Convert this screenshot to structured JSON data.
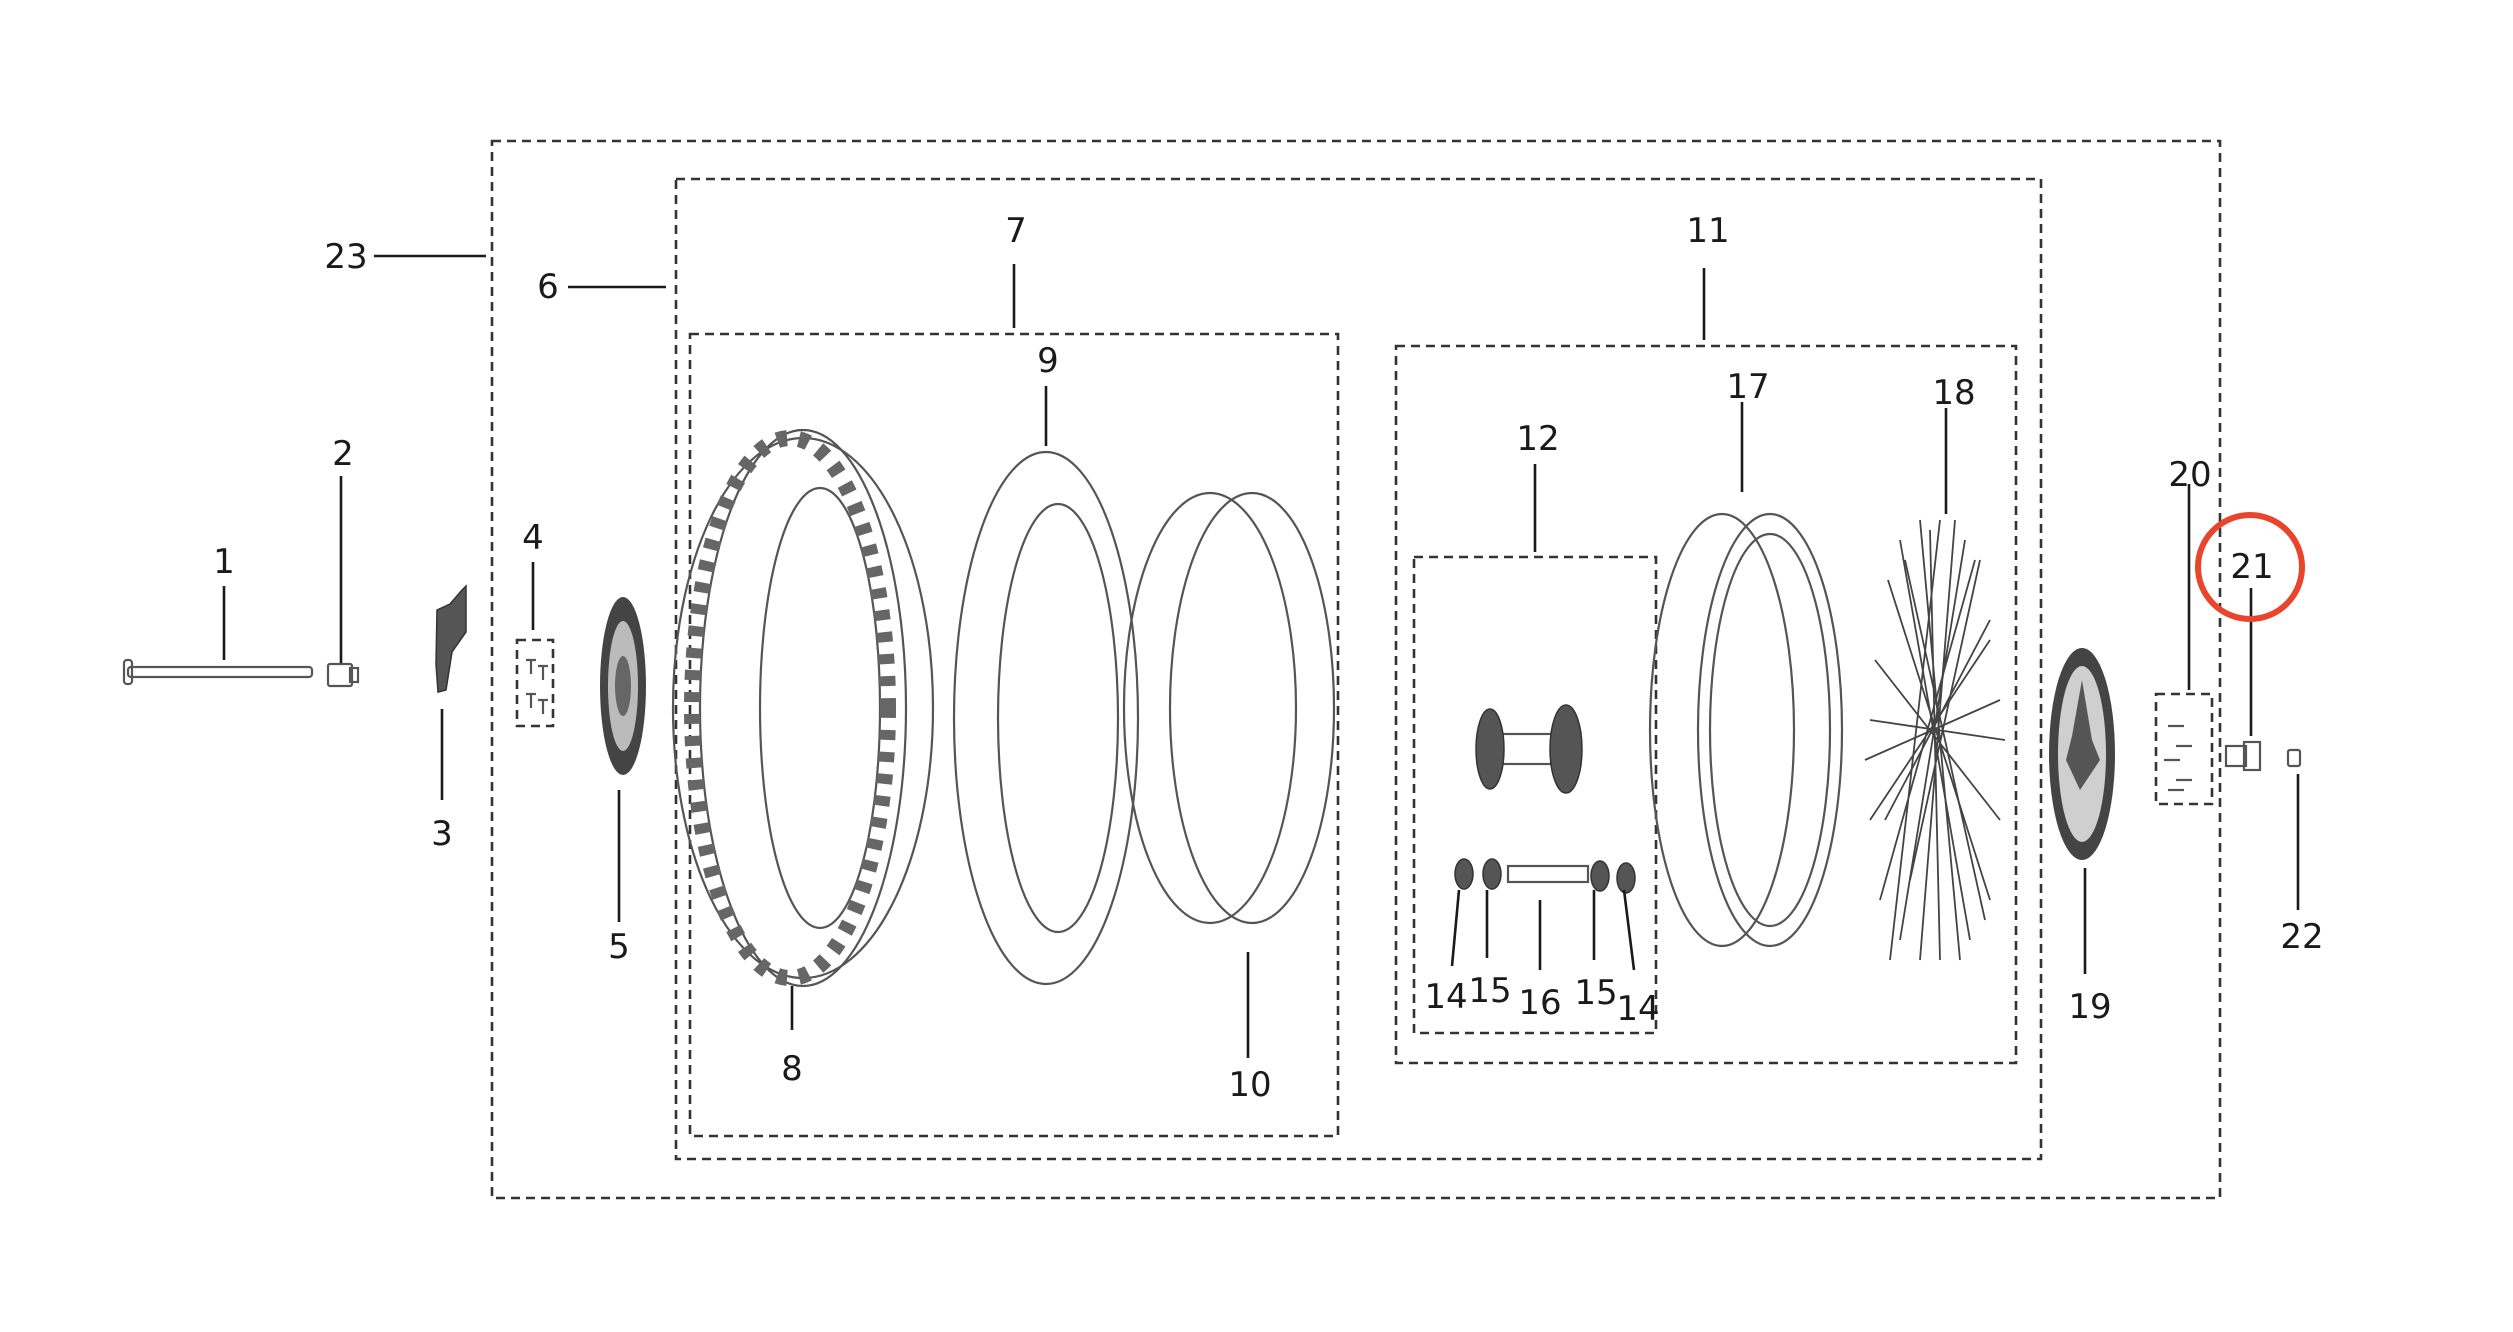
{
  "labels": {
    "p1": "1",
    "p2": "2",
    "p3": "3",
    "p4": "4",
    "p5": "5",
    "p6": "6",
    "p7": "7",
    "p8": "8",
    "p9": "9",
    "p10": "10",
    "p11": "11",
    "p12": "12",
    "p14a": "14",
    "p15a": "15",
    "p16": "16",
    "p15b": "15",
    "p14b": "14",
    "p17": "17",
    "p18": "18",
    "p19": "19",
    "p20": "20",
    "p21": "21",
    "p22": "22",
    "p23": "23"
  },
  "colors": {
    "highlight": "#e8452c",
    "line": "#1a1a1a",
    "part": "#555555"
  },
  "highlighted_part": "21"
}
